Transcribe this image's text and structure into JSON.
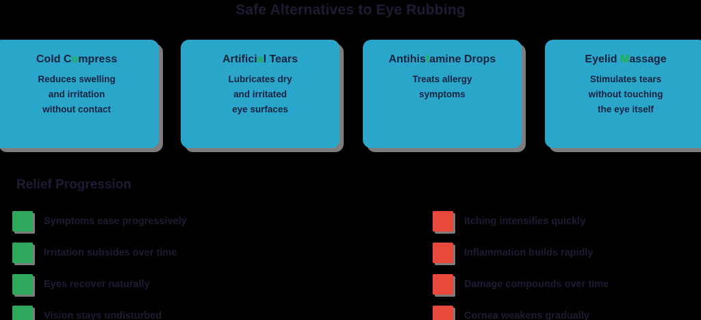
{
  "page": {
    "title": "Safe Alternatives to Eye Rubbing",
    "background_color": "#000000",
    "title_color": "#1c1c33"
  },
  "colors": {
    "card": "#2ba6cb",
    "card_shadow": "#7d7d7d",
    "card_text": "#10223d",
    "accent_green": "#22b04a",
    "swatch_green": "#2fa85c",
    "swatch_red": "#e8493c",
    "legend_text": "#1c1c33"
  },
  "cards": [
    {
      "title_before": "Cold C",
      "title_accent": "o",
      "title_after": "mpress",
      "title": "Cold Compress",
      "desc_lines": [
        "Reduces swelling",
        "and irritation",
        "without contact"
      ]
    },
    {
      "title_before": "Artifici",
      "title_accent": "a",
      "title_after": "l Tears",
      "title": "Artificial Tears",
      "desc_lines": [
        "Lubricates dry",
        "and irritated",
        "eye surfaces"
      ]
    },
    {
      "title_before": "Antihis",
      "title_accent": "t",
      "title_after": "amine",
      "title_line2": "Drops",
      "title": "Antihistamine Drops",
      "desc_lines": [
        "Treats allergy",
        "symptoms"
      ]
    },
    {
      "title_before": "Eyelid ",
      "title_accent": "M",
      "title_after": "assage",
      "title": "Eyelid Massage",
      "desc_lines": [
        "Stimulates tears",
        "without touching",
        "the eye itself"
      ]
    }
  ],
  "legend": {
    "heading": "Relief Progression",
    "left_items": [
      {
        "swatch": "green",
        "label": "Symptoms ease progressively"
      },
      {
        "swatch": "green",
        "label": "Irritation subsides over time"
      },
      {
        "swatch": "green",
        "label": "Eyes recover naturally"
      },
      {
        "swatch": "green",
        "label": "Vision stays undisturbed"
      }
    ],
    "right_items": [
      {
        "swatch": "red",
        "label": "Itching intensifies quickly"
      },
      {
        "swatch": "red",
        "label": "Inflammation builds rapidly"
      },
      {
        "swatch": "red",
        "label": "Damage compounds over time"
      },
      {
        "swatch": "red",
        "label": "Cornea weakens gradually"
      }
    ]
  }
}
